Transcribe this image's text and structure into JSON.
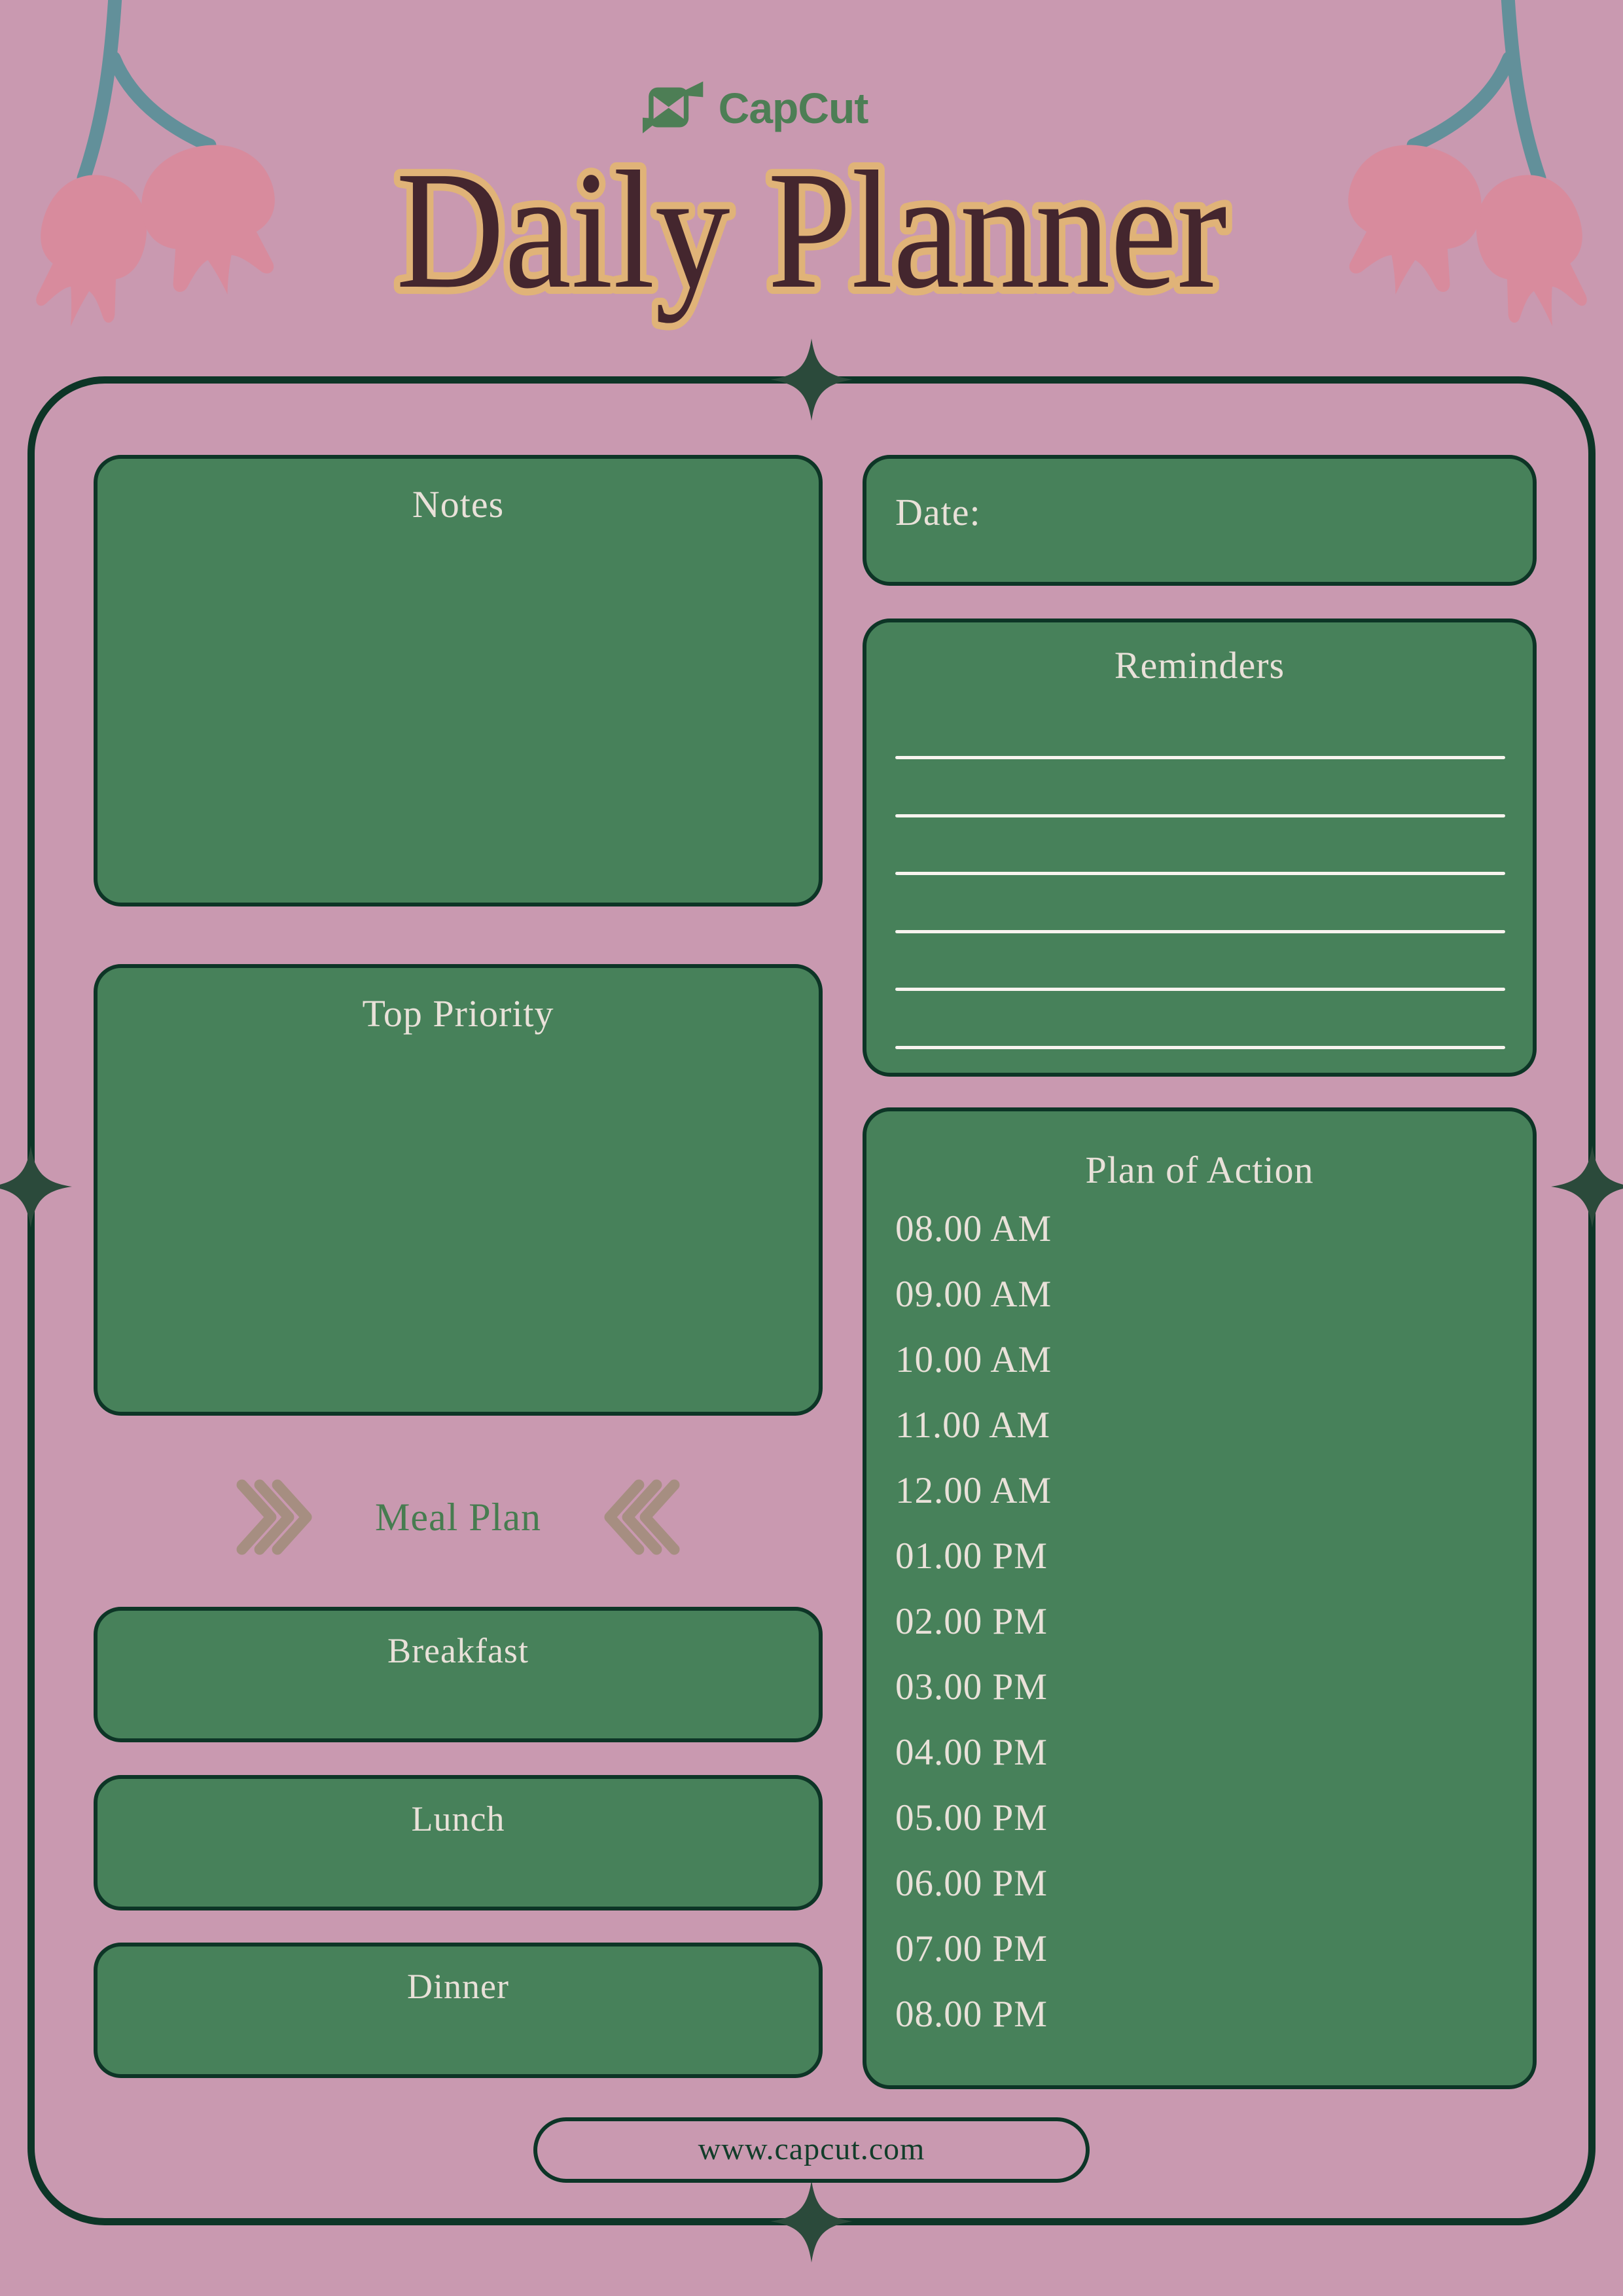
{
  "brand": {
    "name": "CapCut"
  },
  "title": "Daily Planner",
  "footer": {
    "website": "www.capcut.com"
  },
  "left_column": {
    "notes": {
      "label": "Notes"
    },
    "top_priority": {
      "label": "Top Priority"
    },
    "meal_plan": {
      "label": "Meal Plan",
      "meals": [
        {
          "label": "Breakfast"
        },
        {
          "label": "Lunch"
        },
        {
          "label": "Dinner"
        }
      ]
    }
  },
  "right_column": {
    "date": {
      "label": "Date:"
    },
    "reminders": {
      "label": "Reminders",
      "line_count": 6
    },
    "plan_of_action": {
      "label": "Plan of Action",
      "times": [
        "08.00 AM",
        "09.00 AM",
        "10.00 AM",
        "11.00 AM",
        "12.00 AM",
        "01.00 PM",
        "02.00 PM",
        "03.00 PM",
        "04.00 PM",
        "05.00 PM",
        "06.00 PM",
        "07.00 PM",
        "08.00 PM"
      ]
    }
  },
  "icons": {
    "brand_icon": "capcut-icon",
    "corner_decoration": "tulip-flowers-icon",
    "frame_accent": "sparkle-icon",
    "meal_plan_left": "chevrons-right-icon",
    "meal_plan_right": "chevrons-left-icon"
  },
  "colors": {
    "background": "#c999b0",
    "box_green": "#47815a",
    "border_dark_green": "#0d3526",
    "sparkle_green": "#2b4a3b",
    "cream_text": "#e9e1d9",
    "title_fill": "#44262e",
    "title_outline": "#e0b378",
    "logo_green": "#4d7e55",
    "meal_plan_text": "#477c50",
    "chevron_tan": "#a68e81",
    "flower_pink": "#d88b9d",
    "stem_teal": "#62909a",
    "website_text": "#123d2a",
    "reminder_line": "#f8f4ef"
  }
}
